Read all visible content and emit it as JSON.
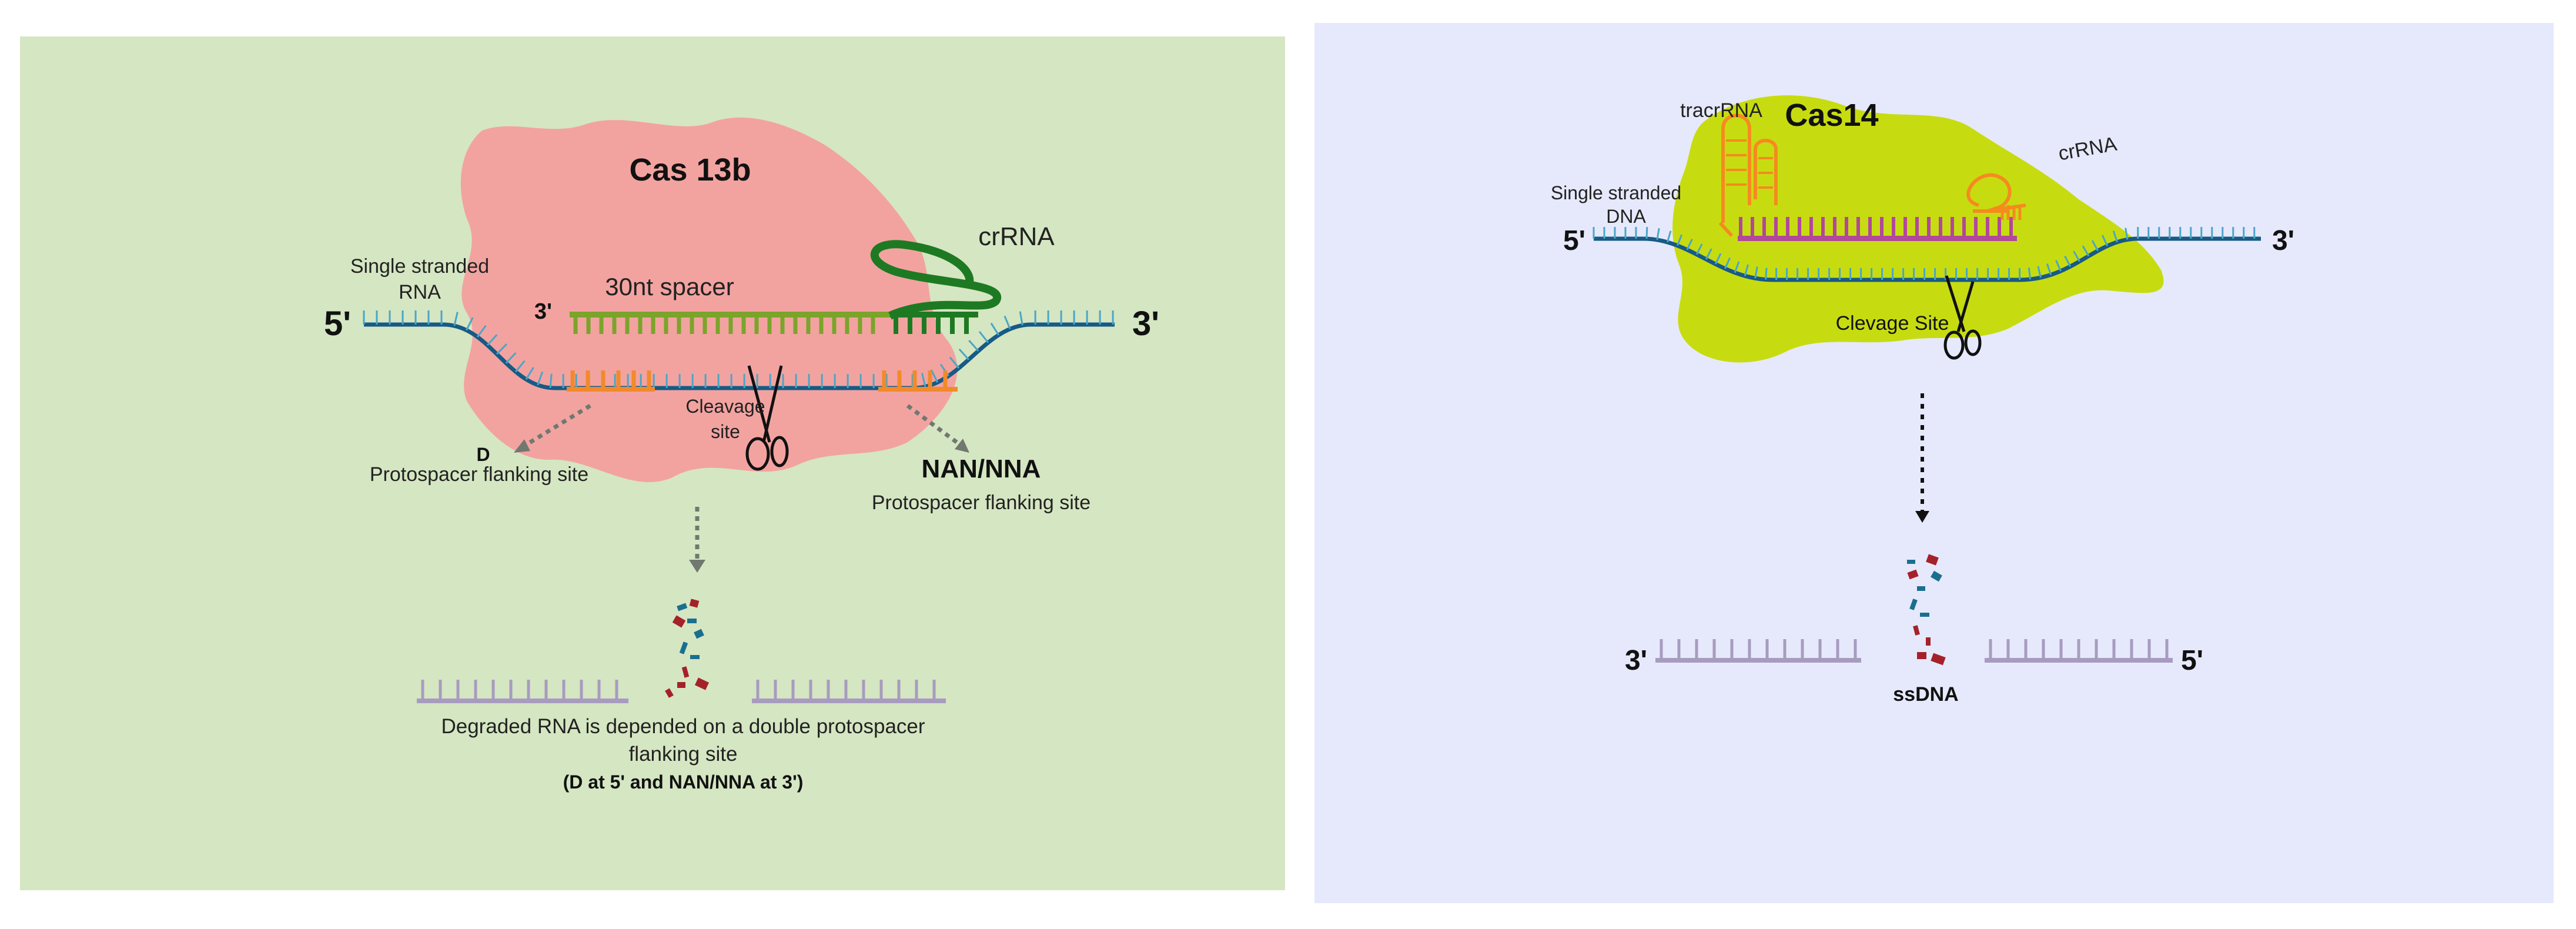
{
  "left_panel": {
    "background": "#d5e6c2",
    "protein_color": "#f2a3a0",
    "protein_label": "Cas 13b",
    "rna_label_line1": "Single stranded",
    "rna_label_line2": "RNA",
    "five_prime": "5'",
    "three_prime": "3'",
    "spacer_three_prime": "3'",
    "spacer_label": "30nt spacer",
    "crrna_label": "crRNA",
    "cleavage_line1": "Cleavage",
    "cleavage_line2": "site",
    "pfs_left_code": "D",
    "pfs_left_text": "Protospacer flanking site",
    "pfs_right_code": "NAN/NNA",
    "pfs_right_text": "Protospacer flanking site",
    "caption_line1": "Degraded RNA is depended on a double protospacer",
    "caption_line2": "flanking site",
    "caption_line3": "(D at 5' and NAN/NNA at 3')"
  },
  "right_panel": {
    "background": "#e6e9fb",
    "protein_color": "#c7dc10",
    "protein_label": "Cas14",
    "tracr_label": "tracrRNA",
    "crrna_label": "crRNA",
    "dna_label_line1": "Single stranded",
    "dna_label_line2": "DNA",
    "five_prime": "5'",
    "three_prime": "3'",
    "cleavage_label": "Clevage Site",
    "product_left_end": "3'",
    "product_right_end": "5'",
    "product_label": "ssDNA"
  },
  "colors": {
    "strand": "#175a85",
    "tick": "#4aa6c6",
    "spacer_green": "#7ba42a",
    "crrna_dark_green": "#1e7a22",
    "pfs_orange": "#f28a2a",
    "cas14_crrna_magenta": "#b2479c",
    "cas14_orange": "#f58a1f",
    "product_purple": "#a79cbf",
    "arrow_gray": "#707870",
    "frag_red": "#a5212a",
    "frag_blue": "#1a6f8f"
  }
}
